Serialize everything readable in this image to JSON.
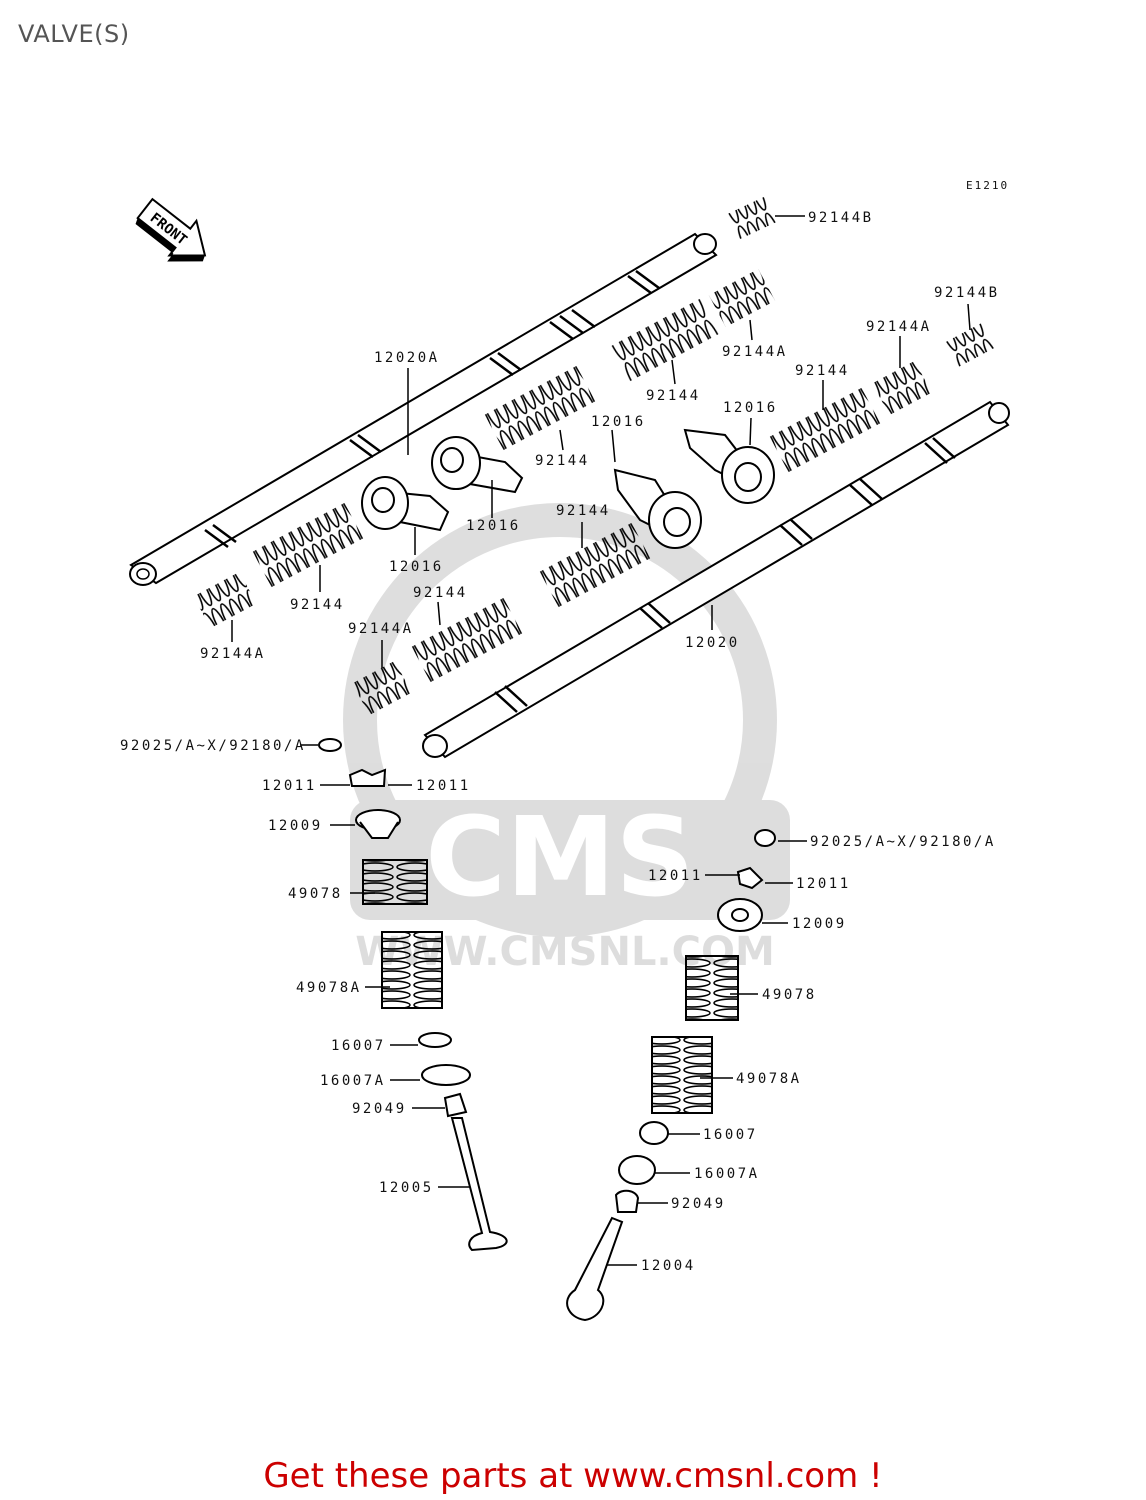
{
  "page": {
    "title": "VALVE(S)",
    "diagram_code": "E1210"
  },
  "front_arrow": {
    "text": "FRONT"
  },
  "watermark": {
    "text": "CMS",
    "url": "WWW.CMSNL.COM"
  },
  "parts": {
    "p92144B_a": "92144B",
    "p92144B_b": "92144B",
    "p92144A_a": "92144A",
    "p92144A_b": "92144A",
    "p92144A_c": "92144A",
    "p92144A_d": "92144A",
    "p92144_a": "92144",
    "p92144_b": "92144",
    "p92144_c": "92144",
    "p92144_d": "92144",
    "p92144_e": "92144",
    "p92144_f": "92144",
    "p12020A": "12020A",
    "p12020": "12020",
    "p12016_a": "12016",
    "p12016_b": "12016",
    "p12016_c": "12016",
    "p12016_d": "12016",
    "p92025_a": "92025/A~X/92180/A",
    "p92025_b": "92025/A~X/92180/A",
    "p12011_a": "12011",
    "p12011_b": "12011",
    "p12011_c": "12011",
    "p12011_d": "12011",
    "p12009_a": "12009",
    "p12009_b": "12009",
    "p49078_a": "49078",
    "p49078_b": "49078",
    "p49078A_a": "49078A",
    "p49078A_b": "49078A",
    "p16007_a": "16007",
    "p16007_b": "16007",
    "p16007A_a": "16007A",
    "p16007A_b": "16007A",
    "p92049_a": "92049",
    "p92049_b": "92049",
    "p12005": "12005",
    "p12004": "12004"
  },
  "footer": {
    "text": "Get these parts at www.cmsnl.com !"
  }
}
